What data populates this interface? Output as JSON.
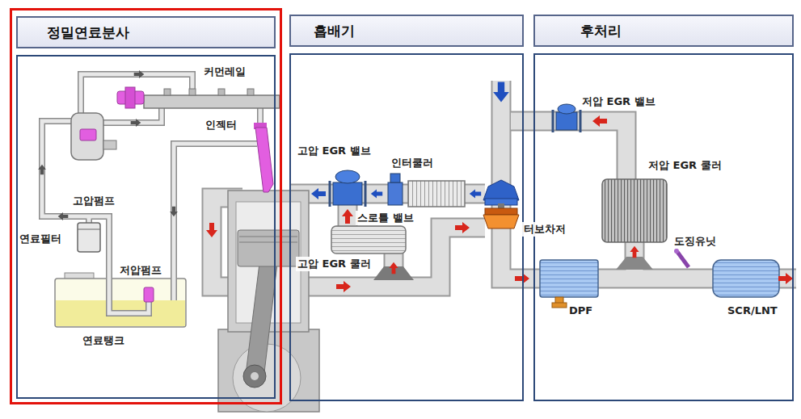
{
  "diagram": {
    "nodes": [
      {
        "text": [
          "정밀연료분사"
        ]
      },
      {
        "text": [
          "흡배기"
        ]
      },
      {
        "text": [
          "후처리"
        ]
      }
    ],
    "labels": [
      "커먼레일",
      "인젝터",
      "고압펌프",
      "연료필터",
      "저압펌프",
      "연료탱크",
      "고압 EGR 밸브",
      "인터쿨러",
      "스로틀 밸브",
      "고압 EGR 쿨러",
      "터보차저",
      "저압 EGR 밸브",
      "저압 EGR 쿨러",
      "도징유닛",
      "DPF",
      "SCR/LNT"
    ]
  }
}
